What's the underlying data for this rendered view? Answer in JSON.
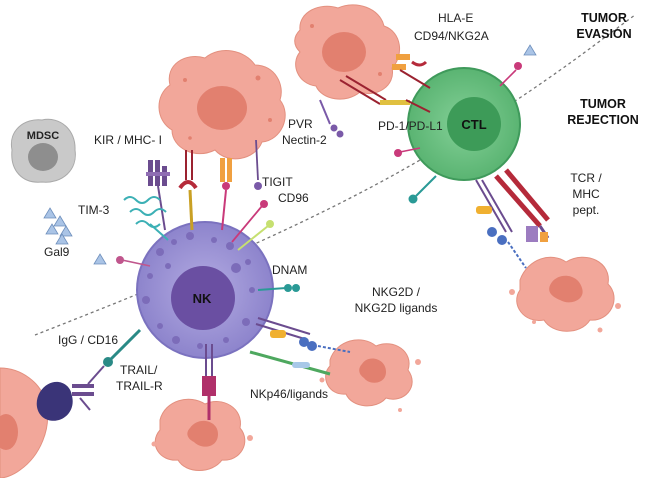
{
  "diagram": {
    "region_labels": {
      "evasion": [
        "TUMOR",
        "EVASION"
      ],
      "rejection": [
        "TUMOR",
        "REJECTION"
      ]
    },
    "cells": {
      "nk": "NK",
      "ctl": "CTL",
      "mdsc": "MDSC"
    },
    "labels": {
      "hla_e": "HLA-E",
      "cd94": "CD94/NKG2A",
      "pvr": "PVR",
      "nectin": "Nectin-2",
      "kir": "KIR / MHC- I",
      "pd1": "PD-1/PD-L1",
      "tigit": "TIGIT",
      "cd96": "CD96",
      "tim3": "TIM-3",
      "gal9": "Gal9",
      "dnam": "DNAM",
      "tcr": [
        "TCR /",
        "MHC",
        "pept."
      ],
      "nkg2d": [
        "NKG2D /",
        "NKG2D ligands"
      ],
      "igg": "IgG / CD16",
      "trail": [
        "TRAIL/",
        "TRAIL-R"
      ],
      "nkp46": "NKp46/ligands"
    },
    "colors": {
      "tumor": "#f2a79a",
      "tumor_nucleus": "#e2806f",
      "nk_body": "#9f96d6",
      "nk_nucleus": "#6a4fa2",
      "ctl_body": "#69c181",
      "ctl_nucleus": "#3d9b58",
      "mdsc_body": "#c9c9c9",
      "mdsc_nucleus": "#8e8e8e"
    }
  }
}
